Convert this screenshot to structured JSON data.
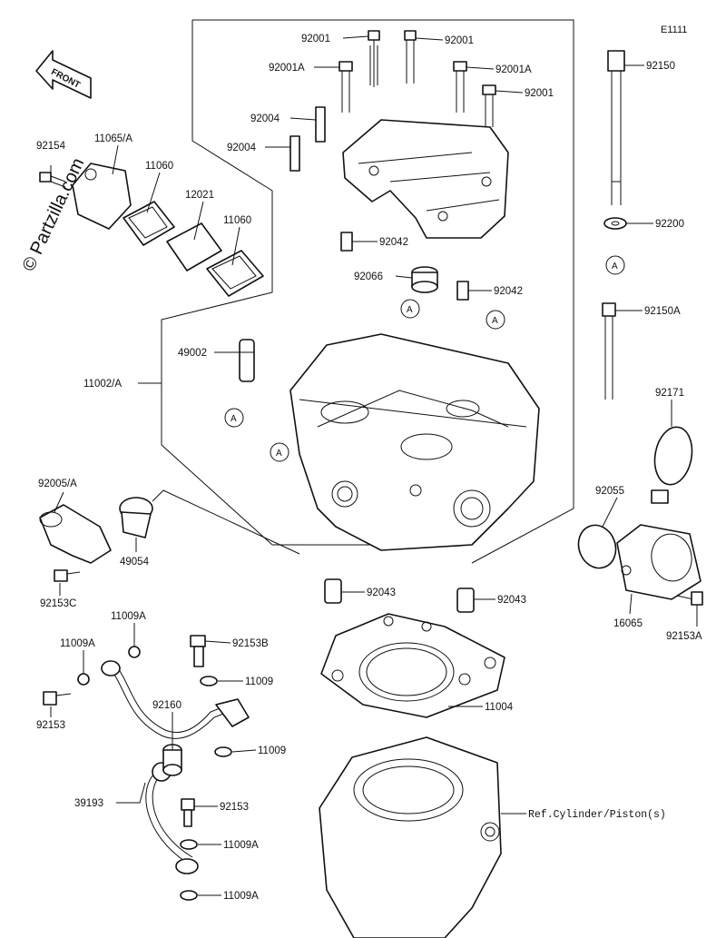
{
  "diagram_code": "E1111",
  "watermark": "© Partzilla.com",
  "front_label": "FRONT",
  "callout_letter": "A",
  "reference_text": "Ref.Cylinder/Piston(s)",
  "parts": {
    "p92001_a": "92001",
    "p92001_b": "92001",
    "p92001A_a": "92001A",
    "p92001A_b": "92001A",
    "p92001_c": "92001",
    "p92004_a": "92004",
    "p92004_b": "92004",
    "p92150": "92150",
    "p92200": "92200",
    "p92154": "92154",
    "p11065A": "11065/A",
    "p11060_a": "11060",
    "p12021": "12021",
    "p11060_b": "11060",
    "p92042_a": "92042",
    "p92066": "92066",
    "p92042_b": "92042",
    "p92150A": "92150A",
    "p49002": "49002",
    "p11002A": "11002/A",
    "p92171": "92171",
    "p92005A": "92005/A",
    "p49054": "49054",
    "p92055": "92055",
    "p92153C": "92153C",
    "p92043_a": "92043",
    "p92043_b": "92043",
    "p16065": "16065",
    "p92153A": "92153A",
    "p11009A_a": "11009A",
    "p11009A_b": "11009A",
    "p92153B": "92153B",
    "p11009_a": "11009",
    "p11004": "11004",
    "p92153_a": "92153",
    "p92160": "92160",
    "p11009_b": "11009",
    "p39193": "39193",
    "p92153_b": "92153",
    "p11009A_c": "11009A",
    "p11009A_d": "11009A"
  }
}
